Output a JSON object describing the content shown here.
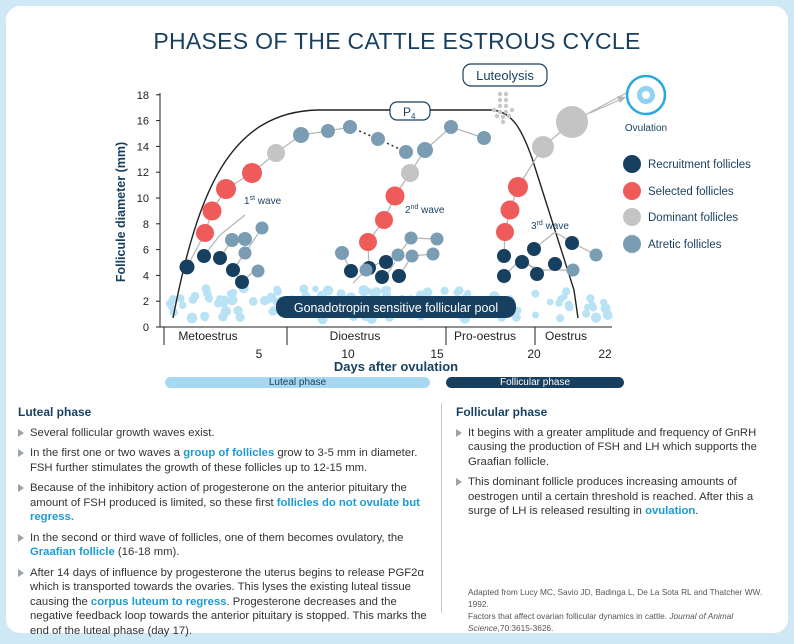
{
  "title": "PHASES OF THE CATTLE ESTROUS CYCLE",
  "chart": {
    "ylabel": "Follicule diameter (mm)",
    "xlabel": "Days after ovulation",
    "y_ticks": [
      "0",
      "2",
      "4",
      "6",
      "8",
      "10",
      "12",
      "14",
      "16",
      "18"
    ],
    "x_ticks": [
      "5",
      "10",
      "15",
      "20",
      "22"
    ],
    "phase_labels": [
      "Metoestrus",
      "Dioestrus",
      "Pro-oestrus",
      "Oestrus"
    ],
    "p4_label": "P",
    "p4_sub": "4",
    "luteolysis_label": "Luteolysis",
    "ovulation_label": "Ovulation",
    "pool_label": "Gonadotropin sensitive follicular pool",
    "waves": [
      {
        "num": "1",
        "sup": "st",
        "text": " wave"
      },
      {
        "num": "2",
        "sup": "nd",
        "text": " wave"
      },
      {
        "num": "3",
        "sup": "rd",
        "text": " wave"
      }
    ],
    "legend": [
      {
        "label": "Recruitment follicles",
        "color": "#173f5f"
      },
      {
        "label": "Selected follicles",
        "color": "#ef5b5b"
      },
      {
        "label": "Dominant follicles",
        "color": "#c4c4c4"
      },
      {
        "label": "Atretic follicles",
        "color": "#7a9db3"
      }
    ]
  },
  "phases": {
    "luteal": "Luteal phase",
    "follicular": "Follicular phase"
  },
  "luteal": {
    "heading": "Luteal phase",
    "b1": "Several follicular growth waves exist.",
    "b2_pre": "In the first one or two waves a ",
    "b2_hl": "group of follicles",
    "b2_post": " grow to 3-5 mm in diameter. FSH further stimulates the growth of these follicles up to 12-15 mm.",
    "b3_pre": "Because of the inhibitory action of progesterone on the anterior pituitary the amount of FSH produced is limited, so these first ",
    "b3_hl": "follicles do not ovulate but regress.",
    "b4_pre": "In the second or third wave of follicles, one of them becomes ovulatory, the ",
    "b4_hl": "Graafian follicle",
    "b4_post": " (16-18 mm).",
    "b5_pre": "After 14 days of influence by progesterone the uterus begins to release PGF2α which is transported towards the ovaries. This lyses the existing luteal tissue causing the ",
    "b5_hl": "corpus luteum to regress",
    "b5_post": ". Progesterone decreases and the negative feedback loop towards the anterior pituitary is stopped. This marks the end of the luteal phase (day 17)."
  },
  "follicular": {
    "heading": "Follicular phase",
    "b1": "It begins with a greater amplitude and frequency of GnRH causing the production of FSH and LH which supports the Graafian follicle.",
    "b2_pre": "This dominant follicle produces increasing amounts of oestrogen until a certain threshold is reached. After this a surge of LH is released resulting in ",
    "b2_hl": "ovulation",
    "b2_post": "."
  },
  "source": {
    "line1": "Adapted from Lucy MC, Savio JD, Badinga L, De La Sota RL and Thatcher WW. 1992.",
    "line2_pre": "Factors that affect ovarian follicular dynamics in cattle. ",
    "line2_journal": "Journal of Animal Science",
    "line2_post": ",70:3615-3626."
  }
}
